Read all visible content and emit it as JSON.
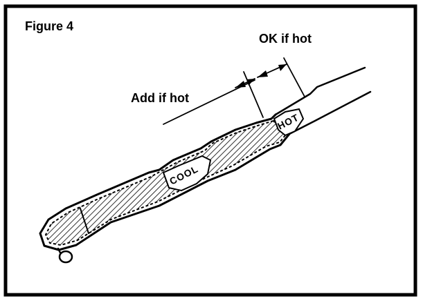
{
  "figure": {
    "title": "Figure 4",
    "labels": {
      "ok_if_hot": "OK if hot",
      "add_if_hot": "Add if hot",
      "hot_zone": "HOT",
      "cool_zone": "COOL"
    }
  }
}
